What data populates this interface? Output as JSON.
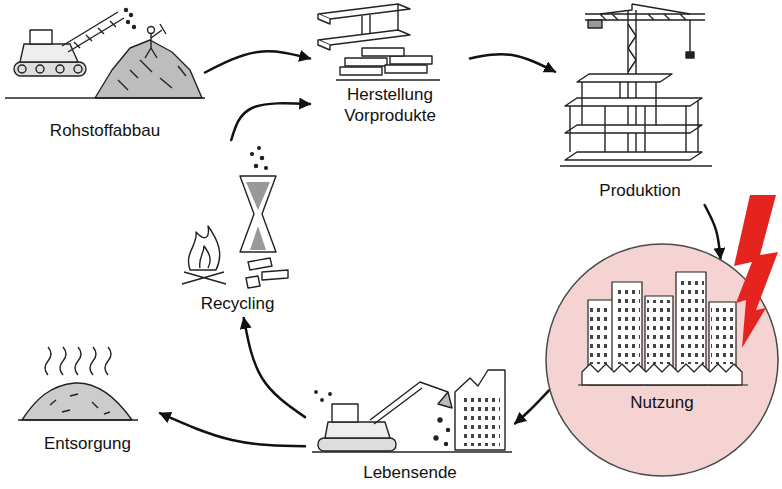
{
  "diagram": {
    "nodes": [
      {
        "text": [
          "Rohstoffabbau"
        ]
      },
      {
        "text": [
          "Herstellung Vorprodukte"
        ]
      },
      {
        "text": [
          "Produktion"
        ]
      },
      {
        "text": [
          "Nutzung"
        ]
      },
      {
        "text": [
          "Lebensende"
        ]
      },
      {
        "text": [
          "Recycling"
        ]
      },
      {
        "text": [
          "Entsorgung"
        ]
      }
    ],
    "edges": [
      {
        "from": 0,
        "to": 1,
        "arrow": "to"
      },
      {
        "from": 1,
        "to": 2,
        "arrow": "to"
      },
      {
        "from": 2,
        "to": 3,
        "arrow": "to"
      },
      {
        "from": 3,
        "to": 4,
        "arrow": "to"
      },
      {
        "from": 4,
        "to": 5,
        "arrow": "to"
      },
      {
        "from": 5,
        "to": 1,
        "arrow": "to"
      },
      {
        "from": 4,
        "to": 6,
        "arrow": "to"
      }
    ]
  }
}
